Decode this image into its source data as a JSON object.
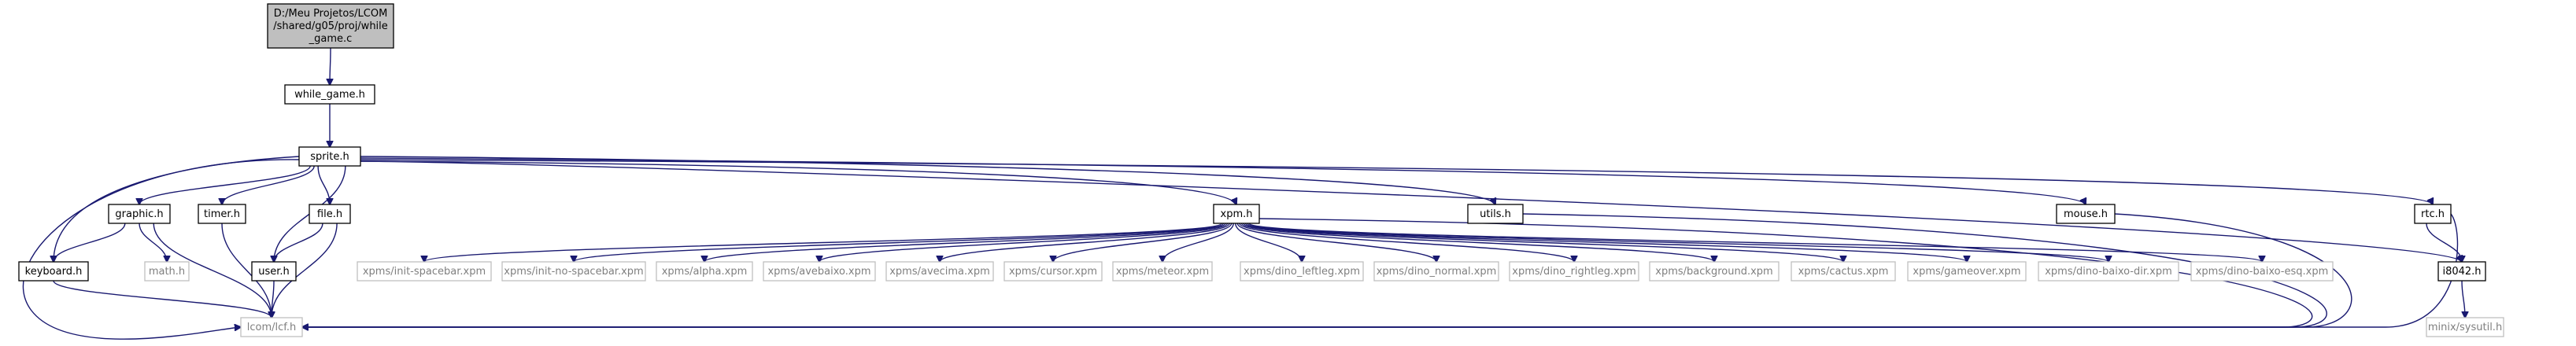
{
  "graph": {
    "title": "",
    "colors": {
      "edge": "#191970",
      "node_border": "#000000",
      "missing_border": "#bfbfbf",
      "root_fill": "#bfbfbf",
      "node_fill": "#ffffff",
      "missing_text": "#7f7f7f"
    },
    "nodes": [
      {
        "id": "root",
        "lines": [
          "D:/Meu Projetos/LCOM",
          "/shared/g05/proj/while",
          "_game.c"
        ],
        "style": "root"
      },
      {
        "id": "while_game_h",
        "lines": [
          "while_game.h"
        ],
        "style": "normal"
      },
      {
        "id": "sprite_h",
        "lines": [
          "sprite.h"
        ],
        "style": "normal"
      },
      {
        "id": "graphic_h",
        "lines": [
          "graphic.h"
        ],
        "style": "normal"
      },
      {
        "id": "timer_h",
        "lines": [
          "timer.h"
        ],
        "style": "normal"
      },
      {
        "id": "file_h",
        "lines": [
          "file.h"
        ],
        "style": "normal"
      },
      {
        "id": "xpm_h",
        "lines": [
          "xpm.h"
        ],
        "style": "normal"
      },
      {
        "id": "utils_h",
        "lines": [
          "utils.h"
        ],
        "style": "normal"
      },
      {
        "id": "mouse_h",
        "lines": [
          "mouse.h"
        ],
        "style": "normal"
      },
      {
        "id": "rtc_h",
        "lines": [
          "rtc.h"
        ],
        "style": "normal"
      },
      {
        "id": "i8042_h",
        "lines": [
          "i8042.h"
        ],
        "style": "normal"
      },
      {
        "id": "keyboard_h",
        "lines": [
          "keyboard.h"
        ],
        "style": "normal"
      },
      {
        "id": "math_h",
        "lines": [
          "math.h"
        ],
        "style": "missing"
      },
      {
        "id": "user_h",
        "lines": [
          "user.h"
        ],
        "style": "normal"
      },
      {
        "id": "lcf_h",
        "lines": [
          "lcom/lcf.h"
        ],
        "style": "missing"
      },
      {
        "id": "sysutil_h",
        "lines": [
          "minix/sysutil.h"
        ],
        "style": "missing"
      },
      {
        "id": "x_init_spacebar",
        "lines": [
          "xpms/init-spacebar.xpm"
        ],
        "style": "missing"
      },
      {
        "id": "x_init_no_spacebar",
        "lines": [
          "xpms/init-no-spacebar.xpm"
        ],
        "style": "missing"
      },
      {
        "id": "x_alpha",
        "lines": [
          "xpms/alpha.xpm"
        ],
        "style": "missing"
      },
      {
        "id": "x_avebaixo",
        "lines": [
          "xpms/avebaixo.xpm"
        ],
        "style": "missing"
      },
      {
        "id": "x_avecima",
        "lines": [
          "xpms/avecima.xpm"
        ],
        "style": "missing"
      },
      {
        "id": "x_cursor",
        "lines": [
          "xpms/cursor.xpm"
        ],
        "style": "missing"
      },
      {
        "id": "x_meteor",
        "lines": [
          "xpms/meteor.xpm"
        ],
        "style": "missing"
      },
      {
        "id": "x_dino_leftleg",
        "lines": [
          "xpms/dino_leftleg.xpm"
        ],
        "style": "missing"
      },
      {
        "id": "x_dino_normal",
        "lines": [
          "xpms/dino_normal.xpm"
        ],
        "style": "missing"
      },
      {
        "id": "x_dino_rightleg",
        "lines": [
          "xpms/dino_rightleg.xpm"
        ],
        "style": "missing"
      },
      {
        "id": "x_background",
        "lines": [
          "xpms/background.xpm"
        ],
        "style": "missing"
      },
      {
        "id": "x_cactus",
        "lines": [
          "xpms/cactus.xpm"
        ],
        "style": "missing"
      },
      {
        "id": "x_gameover",
        "lines": [
          "xpms/gameover.xpm"
        ],
        "style": "missing"
      },
      {
        "id": "x_dino_baixo_dir",
        "lines": [
          "xpms/dino-baixo-dir.xpm"
        ],
        "style": "missing"
      },
      {
        "id": "x_dino_baixo_esq",
        "lines": [
          "xpms/dino-baixo-esq.xpm"
        ],
        "style": "missing"
      }
    ],
    "edges": [
      [
        "root",
        "while_game_h"
      ],
      [
        "while_game_h",
        "sprite_h"
      ],
      [
        "sprite_h",
        "graphic_h"
      ],
      [
        "sprite_h",
        "timer_h"
      ],
      [
        "sprite_h",
        "file_h"
      ],
      [
        "sprite_h",
        "xpm_h"
      ],
      [
        "sprite_h",
        "utils_h"
      ],
      [
        "sprite_h",
        "mouse_h"
      ],
      [
        "sprite_h",
        "rtc_h"
      ],
      [
        "sprite_h",
        "i8042_h"
      ],
      [
        "sprite_h",
        "keyboard_h"
      ],
      [
        "sprite_h",
        "user_h"
      ],
      [
        "sprite_h",
        "lcf_h"
      ],
      [
        "graphic_h",
        "keyboard_h"
      ],
      [
        "graphic_h",
        "math_h"
      ],
      [
        "graphic_h",
        "lcf_h"
      ],
      [
        "timer_h",
        "lcf_h"
      ],
      [
        "file_h",
        "user_h"
      ],
      [
        "file_h",
        "lcf_h"
      ],
      [
        "keyboard_h",
        "lcf_h"
      ],
      [
        "user_h",
        "lcf_h"
      ],
      [
        "xpm_h",
        "x_init_spacebar"
      ],
      [
        "xpm_h",
        "x_init_no_spacebar"
      ],
      [
        "xpm_h",
        "x_alpha"
      ],
      [
        "xpm_h",
        "x_avebaixo"
      ],
      [
        "xpm_h",
        "x_avecima"
      ],
      [
        "xpm_h",
        "x_cursor"
      ],
      [
        "xpm_h",
        "x_meteor"
      ],
      [
        "xpm_h",
        "x_dino_leftleg"
      ],
      [
        "xpm_h",
        "x_dino_normal"
      ],
      [
        "xpm_h",
        "x_dino_rightleg"
      ],
      [
        "xpm_h",
        "x_background"
      ],
      [
        "xpm_h",
        "x_cactus"
      ],
      [
        "xpm_h",
        "x_gameover"
      ],
      [
        "xpm_h",
        "x_dino_baixo_dir"
      ],
      [
        "xpm_h",
        "x_dino_baixo_esq"
      ],
      [
        "xpm_h",
        "lcf_h"
      ],
      [
        "utils_h",
        "lcf_h"
      ],
      [
        "mouse_h",
        "lcf_h"
      ],
      [
        "rtc_h",
        "i8042_h"
      ],
      [
        "rtc_h",
        "lcf_h"
      ],
      [
        "i8042_h",
        "sysutil_h"
      ]
    ]
  }
}
